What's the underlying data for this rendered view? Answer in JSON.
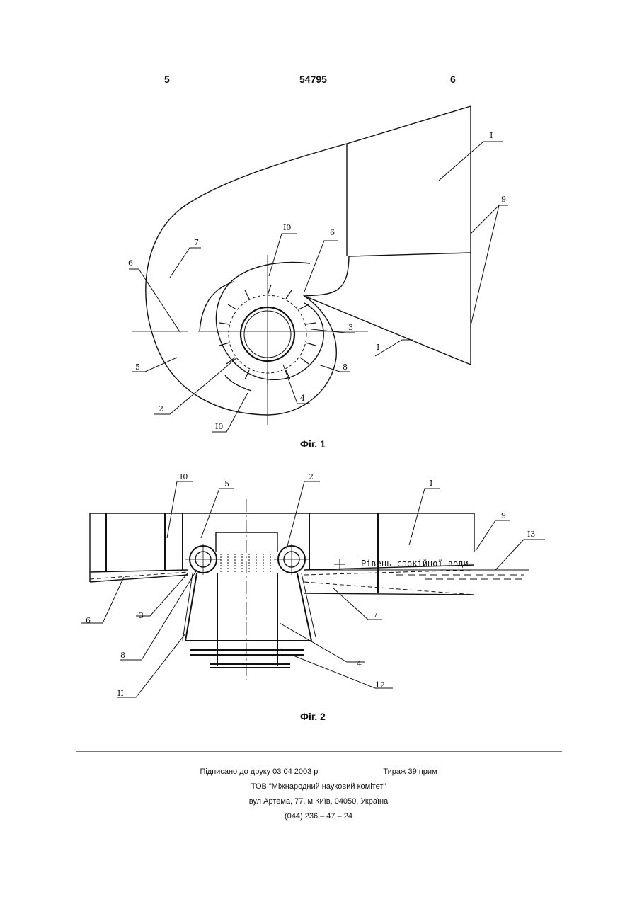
{
  "header": {
    "page_left": "5",
    "patent_number": "54795",
    "page_right": "6"
  },
  "fig1": {
    "caption": "Фіг. 1",
    "labels": {
      "l1_top": "I",
      "l9": "9",
      "l10_top": "I0",
      "l6_top": "6",
      "l7": "7",
      "l6_left": "6",
      "l3": "3",
      "l1_bottom": "I",
      "l5": "5",
      "l8": "8",
      "l2": "2",
      "l4": "4",
      "l10_bottom": "I0"
    }
  },
  "fig2": {
    "caption": "Фіг. 2",
    "water_level": "Рівень спокійної води",
    "labels": {
      "l10": "I0",
      "l5": "5",
      "l2": "2",
      "l1": "I",
      "l9": "9",
      "l13": "I3",
      "l6": "6",
      "l3": "3",
      "l7": "7",
      "l8": "8",
      "l4": "4",
      "l12": "12",
      "l11": "II"
    }
  },
  "footer": {
    "signed": "Підписано до друку 03 04 2003 р",
    "circulation": "Тираж 39 прим",
    "publisher": "ТОВ \"Міжнародний науковий комітет\"",
    "address": "вул Артема, 77, м Київ, 04050, Україна",
    "phone": "(044) 236 – 47 – 24"
  }
}
